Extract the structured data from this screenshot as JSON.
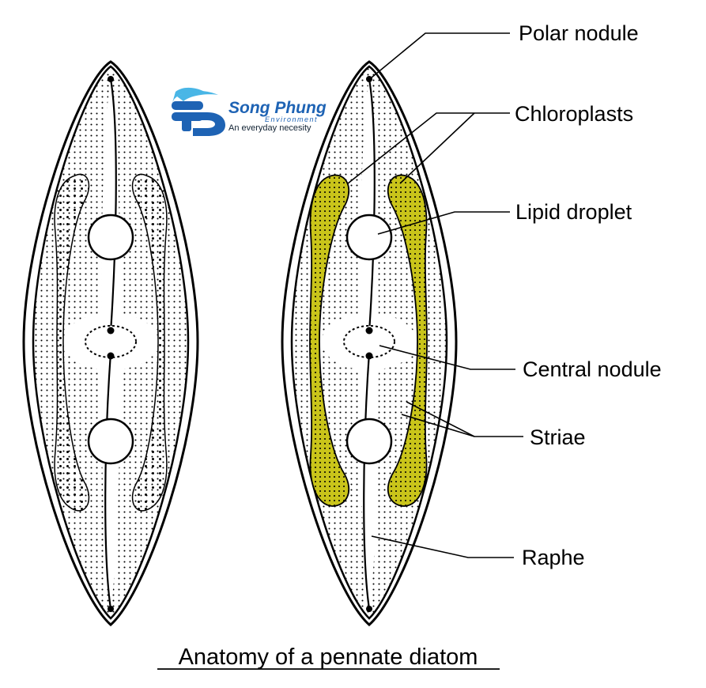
{
  "title": "Anatomy of a pennate diatom",
  "logo": {
    "name": "Song Phung",
    "sub": "Environment",
    "tagline": "An everyday necesity"
  },
  "labels": {
    "polar_nodule": "Polar nodule",
    "chloroplasts": "Chloroplasts",
    "lipid_droplet": "Lipid droplet",
    "central_nodule": "Central nodule",
    "striae": "Striae",
    "raphe": "Raphe"
  },
  "colors": {
    "chloroplast": "#c9c41a",
    "outline": "#000000",
    "logo_blue": "#1e63b4",
    "logo_light": "#49b6e6"
  }
}
